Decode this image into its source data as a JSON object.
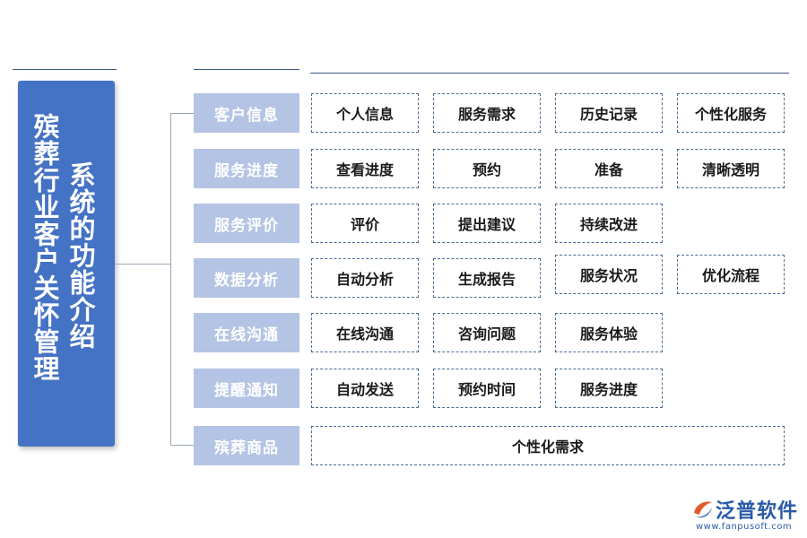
{
  "title": {
    "line1": "殡葬行业客户关怀管理",
    "line2": "系统的功能介绍"
  },
  "rows": [
    {
      "category": "客户信息",
      "items": [
        "个人信息",
        "服务需求",
        "历史记录",
        "个性化服务"
      ]
    },
    {
      "category": "服务进度",
      "items": [
        "查看进度",
        "预约",
        "准备",
        "清晰透明"
      ]
    },
    {
      "category": "服务评价",
      "items": [
        "评价",
        "提出建议",
        "持续改进"
      ]
    },
    {
      "category": "数据分析",
      "items": [
        "自动分析",
        "生成报告",
        "服务状况",
        "优化流程"
      ]
    },
    {
      "category": "在线沟通",
      "items": [
        "在线沟通",
        "咨询问题",
        "服务体验"
      ]
    },
    {
      "category": "提醒通知",
      "items": [
        "自动发送",
        "预约时间",
        "服务进度"
      ]
    },
    {
      "category": "殡葬商品",
      "items": [
        "个性化需求"
      ]
    }
  ],
  "logo": {
    "name": "泛普软件",
    "url": "www.fanpusoft.com",
    "icon": "fanpu-logo-icon"
  },
  "colors": {
    "title_bg": "#4472c4",
    "category_bg": "#b4c4e4",
    "item_border": "#4a6a90",
    "brand": "#2a5aa8"
  }
}
